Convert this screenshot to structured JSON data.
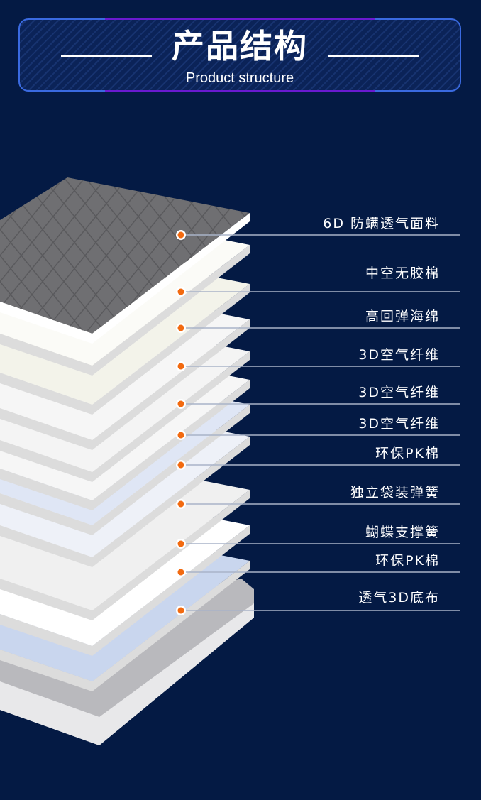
{
  "header": {
    "title": "产品结构",
    "subtitle": "Product structure"
  },
  "colors": {
    "background": "#041a44",
    "accent": "#3a6ae0",
    "dot": "#f26a10",
    "line": "#a9b3c8"
  },
  "layers": [
    {
      "label": "6D 防螨透气面料"
    },
    {
      "label": "中空无胶棉"
    },
    {
      "label": "高回弹海绵"
    },
    {
      "label": "3D空气纤维"
    },
    {
      "label": "3D空气纤维"
    },
    {
      "label": "3D空气纤维"
    },
    {
      "label": "环保PK棉"
    },
    {
      "label": "独立袋装弹簧"
    },
    {
      "label": "蝴蝶支撑簧"
    },
    {
      "label": "环保PK棉"
    },
    {
      "label": "透气3D底布"
    }
  ]
}
